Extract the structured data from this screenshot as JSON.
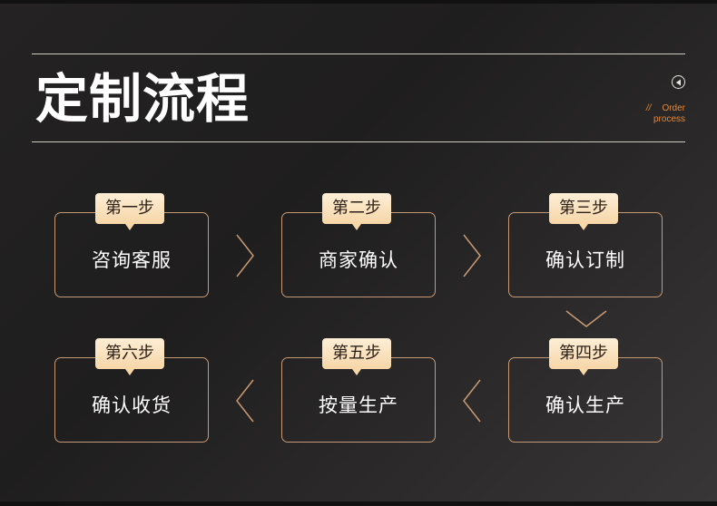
{
  "header": {
    "title": "定制流程",
    "subtitle_prefix": "//",
    "subtitle_line1": "Order",
    "subtitle_line2": "process",
    "back_icon": "circle-play-left-icon"
  },
  "colors": {
    "accent": "#e38a3c",
    "box_border": "#c89a74",
    "badge_light": "#fdeed6",
    "badge_dark": "#f7d6a8"
  },
  "steps": [
    {
      "badge": "第一步",
      "label": "咨询客服"
    },
    {
      "badge": "第二步",
      "label": "商家确认"
    },
    {
      "badge": "第三步",
      "label": "确认订制"
    },
    {
      "badge": "第四步",
      "label": "确认生产"
    },
    {
      "badge": "第五步",
      "label": "按量生产"
    },
    {
      "badge": "第六步",
      "label": "确认收货"
    }
  ]
}
